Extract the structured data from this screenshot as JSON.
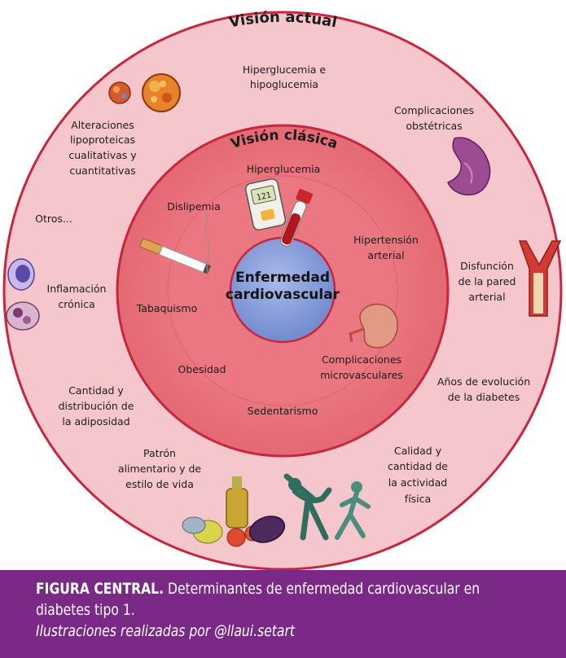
{
  "diagram": {
    "outer_ring": {
      "title": "Visión actual",
      "labels": {
        "hiperglucemia_hipoglucemia": [
          "Hiperglucemia e",
          "hipoglucemia"
        ],
        "complicaciones_obstetricas": [
          "Complicaciones",
          "obstétricas"
        ],
        "alteraciones_lipoproteicas": [
          "Alteraciones",
          "lipoproteicas",
          "cualitativas y",
          "cuantitativas"
        ],
        "otros": [
          "Otros..."
        ],
        "disfuncion_pared": [
          "Disfunción",
          "de la pared",
          "arterial"
        ],
        "inflamacion": [
          "Inflamación",
          "crónica"
        ],
        "anos_evolucion": [
          "Años de evolución",
          "de la diabetes"
        ],
        "adiposidad": [
          "Cantidad y",
          "distribución de",
          "la adiposidad"
        ],
        "patron_alimentario": [
          "Patrón",
          "alimentario y de",
          "estilo de vida"
        ],
        "actividad_fisica": [
          "Calidad y",
          "cantidad de",
          "la actividad",
          "física"
        ]
      }
    },
    "inner_ring": {
      "title": "Visión clásica",
      "labels": {
        "hiperglucemia": [
          "Hiperglucemia"
        ],
        "dislipemia": [
          "Dislipemia"
        ],
        "hipertension": [
          "Hipertensión",
          "arterial"
        ],
        "tabaquismo": [
          "Tabaquismo"
        ],
        "obesidad": [
          "Obesidad"
        ],
        "complicaciones_micro": [
          "Complicaciones",
          "microvasculares"
        ],
        "sedentarismo": [
          "Sedentarismo"
        ]
      }
    },
    "center": [
      "Enfermedad",
      "cardiovascular"
    ],
    "glucometer_reading": "121",
    "icons": [
      "cell-icon",
      "fat-cell-icon",
      "uterus-icon",
      "artery-icon",
      "monocyte-icon",
      "macrophage-icon",
      "glucometer-icon",
      "blood-tube-icon",
      "cigarette-icon",
      "kidney-icon",
      "food-icon",
      "exercise-figures-icon"
    ],
    "colors": {
      "outer_ring": "#f6c6cd",
      "inner_ring": "#e9727c",
      "center": "#7d95d6",
      "ring_border": "#c6273e",
      "caption_bg": "#7a2a86"
    }
  },
  "caption": {
    "lead": "FIGURA CENTRAL.",
    "line1_rest": "Determinantes de enfermedad cardiovascular en",
    "line2": "diabetes tipo 1.",
    "line3": "Ilustraciones realizadas por @llaui.setart"
  }
}
